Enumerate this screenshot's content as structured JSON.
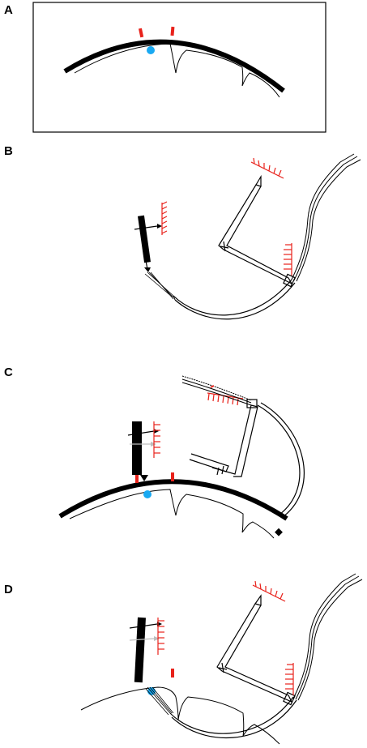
{
  "panels": [
    {
      "id": "A",
      "label": "A"
    },
    {
      "id": "B",
      "label": "B"
    },
    {
      "id": "C",
      "label": "C"
    },
    {
      "id": "D",
      "label": "D"
    }
  ],
  "colors": {
    "marker_red": "#e8221b",
    "dot_blue": "#19a9f2",
    "ink": "#000000",
    "gray_arrow": "#bdbdbd"
  },
  "icons": [
    "red-tick-marker",
    "blue-dot-marker",
    "black-arrow",
    "gray-arrow",
    "hatched-scale"
  ]
}
